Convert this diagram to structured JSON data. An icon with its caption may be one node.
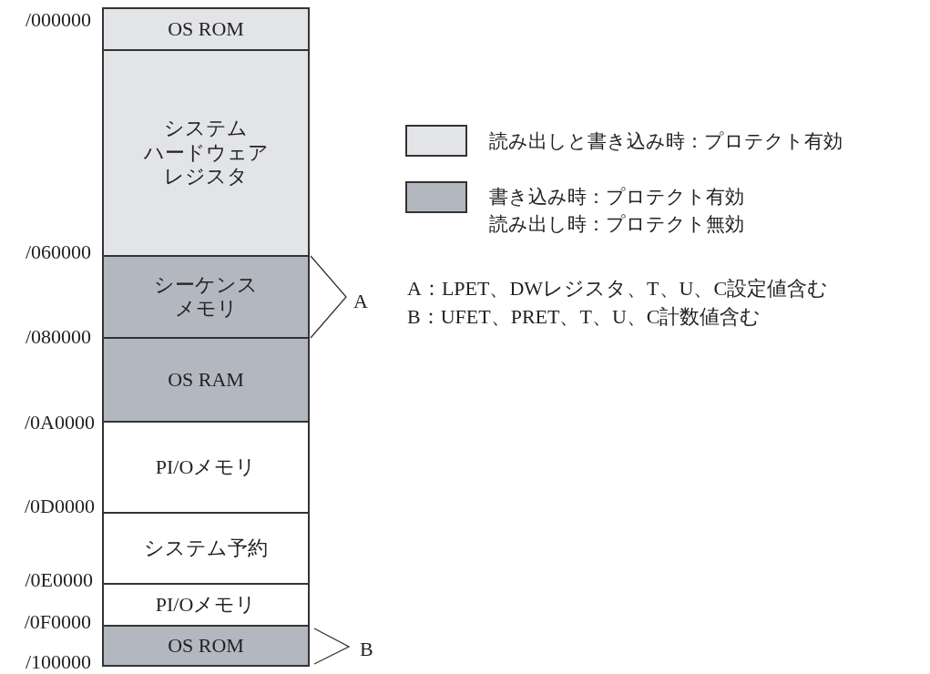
{
  "diagram": {
    "nodes": [
      {
        "text": [
          "OS ROM"
        ]
      },
      {
        "text": [
          "システムハードウェアレジスタ"
        ]
      },
      {
        "text": [
          "シーケンスメモリ"
        ]
      },
      {
        "text": [
          "OS RAM"
        ]
      },
      {
        "text": [
          "PI/Oメモリ"
        ]
      },
      {
        "text": [
          "システム予約"
        ]
      },
      {
        "text": [
          "PI/Oメモリ"
        ]
      },
      {
        "text": [
          "OS ROM"
        ]
      }
    ],
    "labels": [
      "/000000",
      "/060000",
      "A",
      "A：LPET、DWレジスタ、T、U、C設定値含む",
      "B：UFET、PRET、T、U、C計数値含む",
      "/080000",
      "/0A0000",
      "/0D0000",
      "/0E0000",
      "/0F0000",
      "/100000",
      "B"
    ],
    "legend": [
      {
        "text": "読み出しと書き込み時：プロテクト有効",
        "color": "#e3e4e8"
      },
      {
        "text": "書き込み時：プロテクト有効読み出し時：プロテクト無効",
        "color": "#b3b7bf"
      }
    ]
  }
}
